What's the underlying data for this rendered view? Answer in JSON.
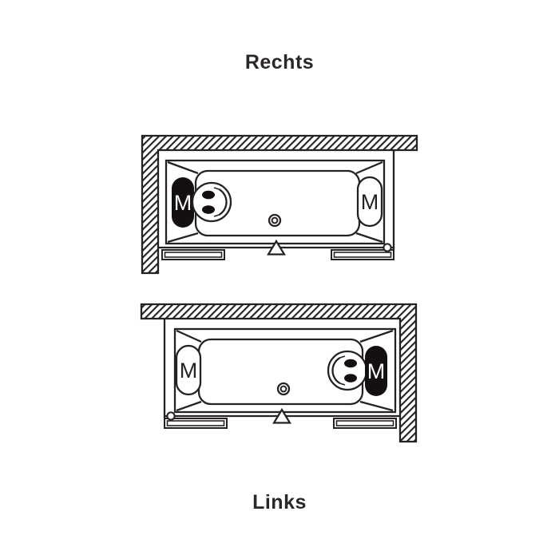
{
  "colors": {
    "line": "#262223",
    "text": "#2b2728",
    "fill_dark": "#141011",
    "fill_light": "#ffffff",
    "background": "#ffffff"
  },
  "diagram_rechts": {
    "title": "Rechts",
    "dark_headrest_label": "M",
    "light_headrest_label": "M"
  },
  "diagram_links": {
    "title": "Links",
    "dark_headrest_label": "M",
    "light_headrest_label": "M"
  }
}
